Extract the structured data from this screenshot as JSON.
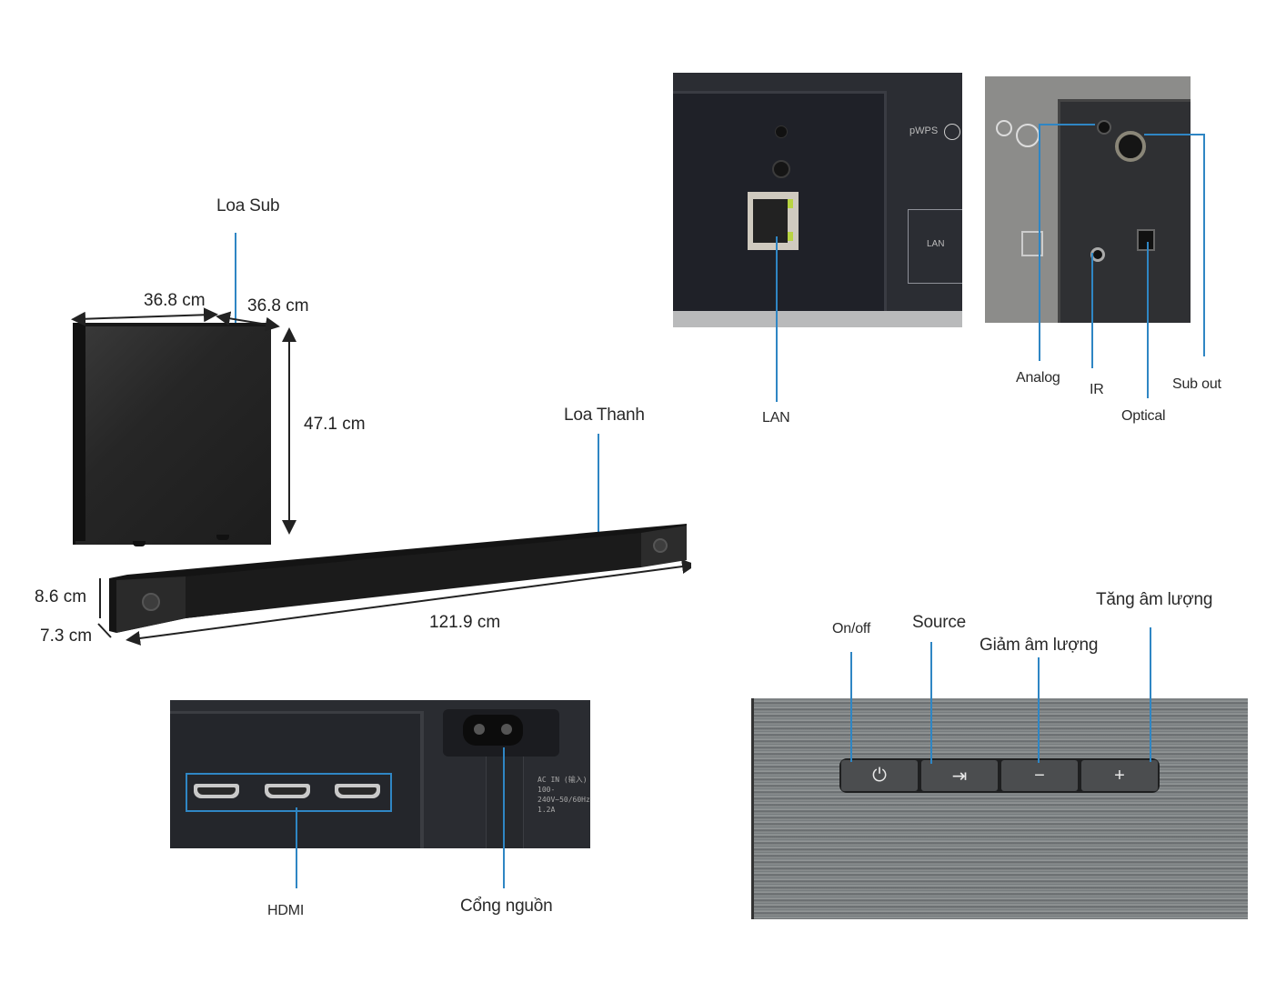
{
  "subwoofer": {
    "title": "Loa Sub",
    "width": "36.8 cm",
    "depth": "36.8 cm",
    "height": "47.1 cm"
  },
  "soundbar": {
    "title": "Loa Thanh",
    "length": "121.9 cm",
    "height": "8.6 cm",
    "depth": "7.3 cm"
  },
  "lan_panel": {
    "port_label": "LAN",
    "printed_wps": "pWPS",
    "printed_lan": "LAN"
  },
  "rear_panel": {
    "labels": [
      "Analog",
      "IR",
      "Optical",
      "Sub out"
    ]
  },
  "hdmi_panel": {
    "hdmi_label": "HDMI",
    "power_label": "Cổng nguồn",
    "ac_text": [
      "AC IN (输入)",
      "100-240V~50/60Hz",
      "1.2A"
    ]
  },
  "button_panel": {
    "labels": {
      "power": "On/off",
      "source": "Source",
      "vol_down": "Giảm âm lượng",
      "vol_up": "Tăng âm lượng"
    },
    "glyphs": {
      "power": "⏻",
      "source": "⇥",
      "vol_down": "−",
      "vol_up": "+"
    }
  },
  "colors": {
    "leader": "#2f86c4",
    "device": "#1e1e1e"
  }
}
